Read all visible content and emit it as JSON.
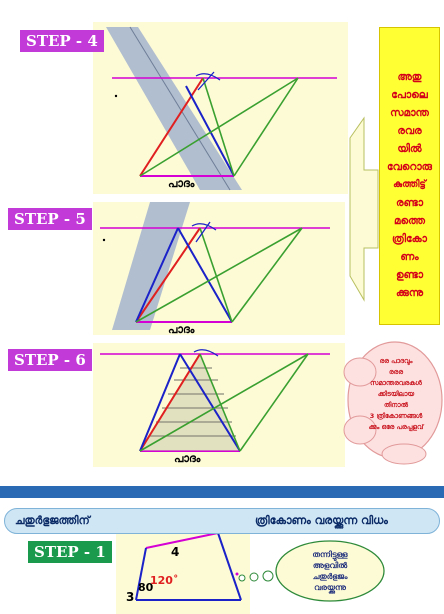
{
  "steps": {
    "s4": {
      "label": "STEP - 4",
      "base_label": "പാദം"
    },
    "s5": {
      "label": "STEP - 5",
      "base_label": "പാദം"
    },
    "s6": {
      "label": "STEP - 6",
      "base_label": "പാദം"
    },
    "s1": {
      "label": "STEP - 1",
      "side_4": "4",
      "side_3": "3",
      "angle_80": "80",
      "angle_120": "120˚"
    }
  },
  "note_yellow": [
    "അതു",
    "പോലെ",
    "സമാന്ത",
    "രവര",
    "യിൽ",
    "വേറൊരു",
    "കുത്തിട്ട്",
    "രണ്ടാ",
    "മത്തെ",
    "ത്രികോ",
    "ണം",
    "ഉണ്ടാ",
    "ക്കുന്നു"
  ],
  "cloud_1": [
    "രര പാദവും",
    "രരര",
    "സമാന്തരവരകൾ",
    "ക്കിടയിലായ",
    "തിനാൽ",
    "3 ത്രികോണങ്ങൾ",
    "ക്കും ഒരേ പരപ്പളവ്"
  ],
  "cloud_2": [
    "തന്നിട്ടുള്ള",
    "അളവിൽ",
    "ചതുർഭുജം",
    "വരയ്ക്കുന്നു"
  ],
  "title": {
    "left": "ചതുർഭുജത്തിന്",
    "right": "ത്രികോണം വരയ്ക്കുന്ന വിധം"
  },
  "colors": {
    "magenta": "#d400d4",
    "red": "#e02020",
    "blue": "#1a22c8",
    "green": "#3aa030",
    "bar": "#2a6ab5"
  }
}
